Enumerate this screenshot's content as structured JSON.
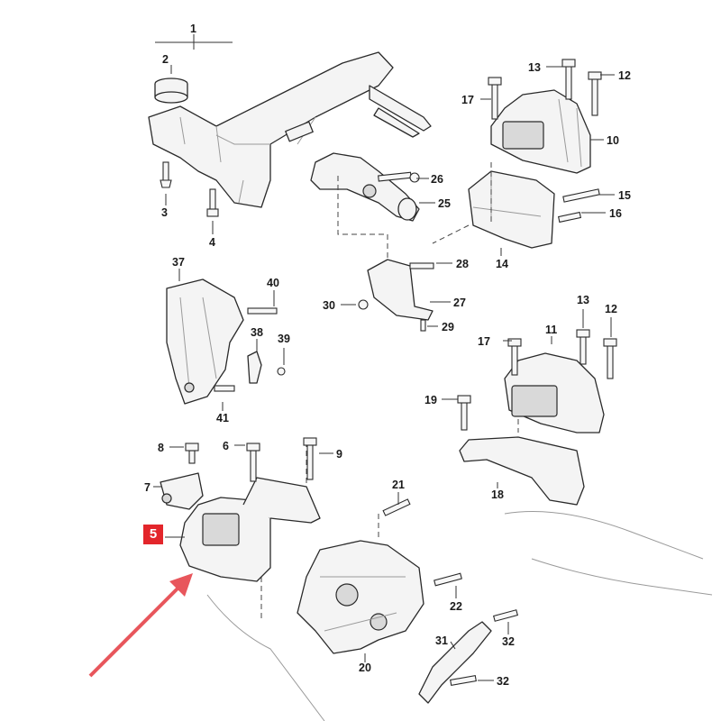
{
  "highlight": {
    "number": "5",
    "badge_color": "#e3262b",
    "arrow_color": "#e8565c"
  },
  "labels": {
    "l1": "1",
    "l2": "2",
    "l3": "3",
    "l4": "4",
    "l6": "6",
    "l7": "7",
    "l8": "8",
    "l9": "9",
    "l10": "10",
    "l11": "11",
    "l12a": "12",
    "l12b": "12",
    "l13a": "13",
    "l13b": "13",
    "l14": "14",
    "l15": "15",
    "l16": "16",
    "l17a": "17",
    "l17b": "17",
    "l18": "18",
    "l19": "19",
    "l20": "20",
    "l21": "21",
    "l22": "22",
    "l25": "25",
    "l26": "26",
    "l27": "27",
    "l28": "28",
    "l29": "29",
    "l30": "30",
    "l31": "31",
    "l32a": "32",
    "l32b": "32",
    "l37": "37",
    "l38": "38",
    "l39": "39",
    "l40": "40",
    "l41": "41"
  },
  "icons": {
    "arrow": "pointer-arrow-icon"
  }
}
